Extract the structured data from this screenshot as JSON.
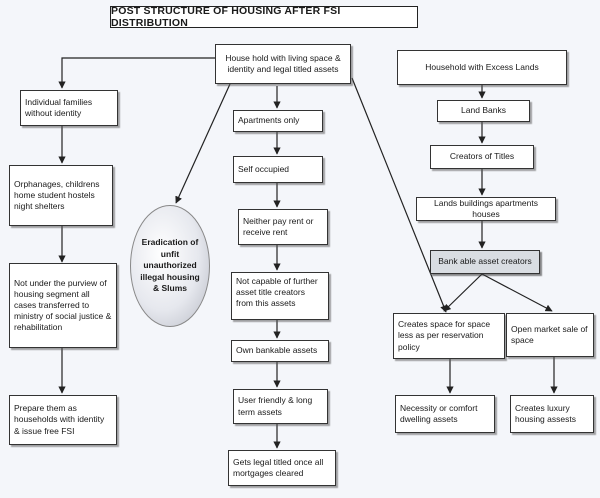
{
  "title": "POST STRUCTURE OF HOUSING AFTER FSI DISTRIBUTION",
  "nodes": {
    "household_main": "House hold with living space & identity and legal titled assets",
    "individual_families": "Individual families without identity",
    "orphanages": "Orphanages, childrens home student hostels night shelters",
    "not_under_purview": "Not under the purview of housing segment all cases transferred to ministry of social justice & rehabilitation",
    "prepare_them": "Prepare them as households with identity & issue free FSI",
    "eradication": "Eradication of unfit unauthorized illegal housing & Slums",
    "apartments_only": "Apartments only",
    "self_occupied": "Self occupied",
    "neither_pay": "Neither pay rent or receive rent",
    "not_capable": "Not capable of further asset title creators from this assets",
    "own_bankable": "Own bankable assets",
    "user_friendly": "User friendly & long term assets",
    "gets_legal": "Gets legal titled once all mortgages cleared",
    "excess_lands": "Household with Excess Lands",
    "land_banks": "Land Banks",
    "creators_titles": "Creators of Titles",
    "lands_buildings": "Lands buildings apartments  houses",
    "bankable_creators": "Bank able asset creators",
    "creates_space": "Creates space for space less as per reservation policy",
    "open_market": "Open market sale of space",
    "necessity": "Necessity or comfort dwelling assets",
    "luxury": "Creates luxury housing assests"
  },
  "colors": {
    "box_fill": "#ffffff",
    "box_border": "#333333",
    "shaded_box": "#d9dde2",
    "arrow": "#222222",
    "background": "#f4f6fa"
  }
}
